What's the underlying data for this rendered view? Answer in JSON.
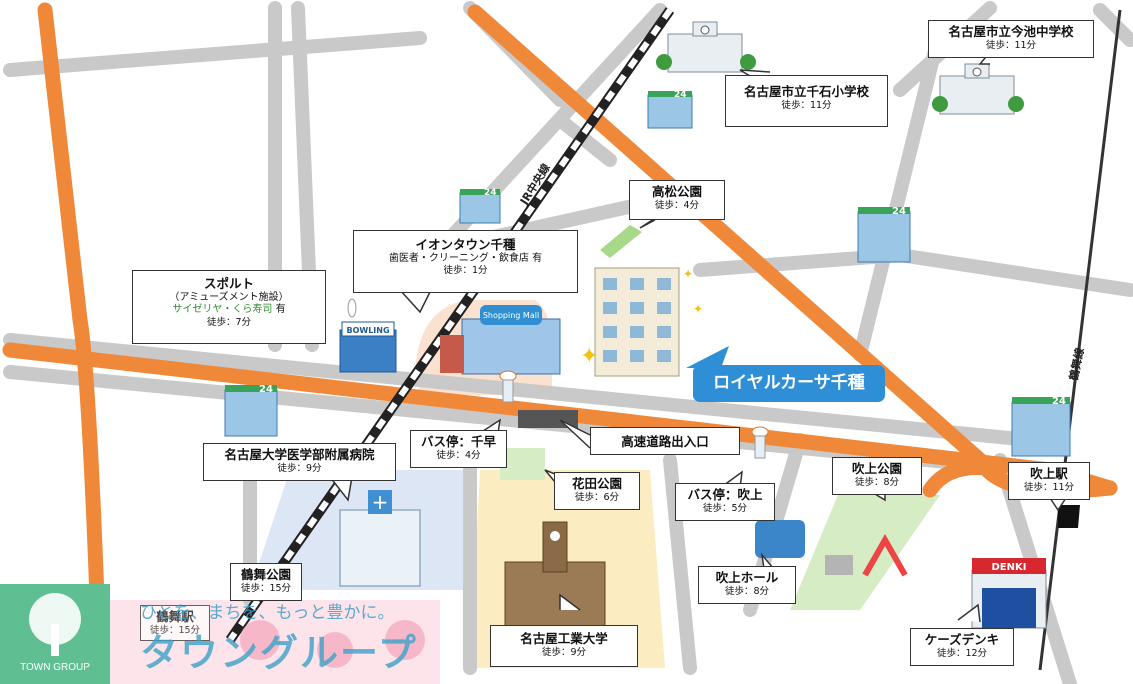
{
  "property": {
    "name": "ロイヤルカーサ千種",
    "accent": "#2e8fd6"
  },
  "lines": {
    "jr": "JR中央線",
    "subway": "鶴舞線"
  },
  "labels": {
    "aeon": {
      "title": "イオンタウン千種",
      "services": "歯医者・クリーニング・飲食店 有",
      "walk": "徒歩：1分"
    },
    "spolt": {
      "title": "スポルト",
      "sub": "（アミューズメント施設）",
      "food": "サイゼリヤ・くら寿司",
      "food_suffix": "有",
      "walk": "徒歩：7分"
    },
    "takamatsu": {
      "title": "高松公園",
      "walk": "徒歩：4分"
    },
    "chikusa_elem": {
      "title": "名古屋市立千石小学校",
      "walk": "徒歩：11分"
    },
    "imaike_jr": {
      "title": "名古屋市立今池中学校",
      "walk": "徒歩：11分"
    },
    "hospital": {
      "title": "名古屋大学医学部附属病院",
      "walk": "徒歩：9分"
    },
    "bus_chihaya": {
      "title": "バス停：千早",
      "walk": "徒歩：4分"
    },
    "expressway": {
      "title": "高速道路出入口"
    },
    "hanada": {
      "title": "花田公園",
      "walk": "徒歩：6分"
    },
    "bus_fukiage": {
      "title": "バス停：吹上",
      "walk": "徒歩：5分"
    },
    "fukiage_park": {
      "title": "吹上公園",
      "walk": "徒歩：8分"
    },
    "fukiage_sta": {
      "title": "吹上駅",
      "walk": "徒歩：11分"
    },
    "fukiage_hall": {
      "title": "吹上ホール",
      "walk": "徒歩：8分"
    },
    "kdenki": {
      "title": "ケーズデンキ",
      "walk": "徒歩：12分"
    },
    "tsurumai_park": {
      "title": "鶴舞公園",
      "walk": "徒歩：15分"
    },
    "nit": {
      "title": "名古屋工業大学",
      "walk": "徒歩：9分"
    },
    "tsurumai_sta": {
      "title": "鶴舞駅",
      "walk": "徒歩：15分"
    }
  },
  "icons": {
    "bowling": "BOWLING",
    "mall": "Shopping Mall",
    "denki": "DENKI",
    "store": "24"
  },
  "footer": {
    "slogan": "ひとを、まちを、もっと豊かに。",
    "brand": "タウングループ",
    "logo_text": "TOWN GROUP"
  },
  "colors": {
    "main_road": "#f0883a",
    "side_road": "#c8c8c8",
    "park": "#d6ecc4",
    "campus": "#fbecc2",
    "hospital_area": "#dde6f5",
    "mall_area": "#fbe1d0"
  }
}
